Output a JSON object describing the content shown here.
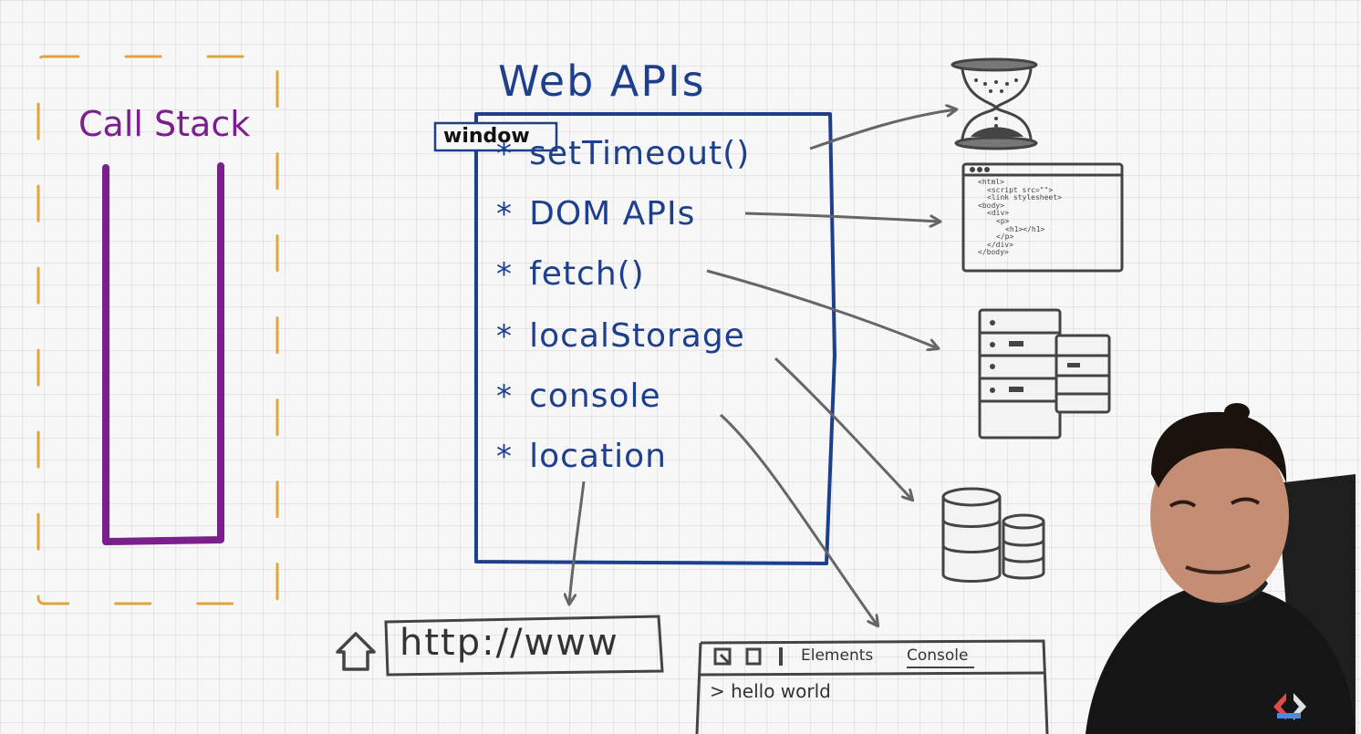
{
  "call_stack": {
    "title": "Call Stack"
  },
  "web_apis": {
    "title": "Web APIs",
    "window_tag": "window",
    "bullet_symbol": "*",
    "items": [
      {
        "label": "setTimeout()",
        "icon": "hourglass-icon"
      },
      {
        "label": "DOM APIs",
        "icon": "html-document-icon"
      },
      {
        "label": "fetch()",
        "icon": "server-icon"
      },
      {
        "label": "localStorage",
        "icon": "database-icon"
      },
      {
        "label": "console",
        "icon": "devtools-console-icon"
      },
      {
        "label": "location",
        "icon": "url-bar-icon"
      }
    ]
  },
  "url_bar": {
    "text": "http://www",
    "icon": "home-icon"
  },
  "devtools": {
    "tab_elements": "Elements",
    "tab_console": "Console",
    "console_output": "> hello world"
  },
  "code_snippet": {
    "lines": [
      "<html>",
      "<script src=\"\">",
      "<link stylesheet>",
      "<body>",
      "<div>",
      "<p>",
      "<h1></h1>",
      "</p>",
      "</div>",
      "</body>"
    ]
  },
  "colors": {
    "call_stack": "#7a1f8c",
    "web_apis": "#1d3f8c",
    "dashed_border": "#e0a63a",
    "arrows": "#666666",
    "sketch": "#444444",
    "presenter_hoodie": "#151515"
  }
}
